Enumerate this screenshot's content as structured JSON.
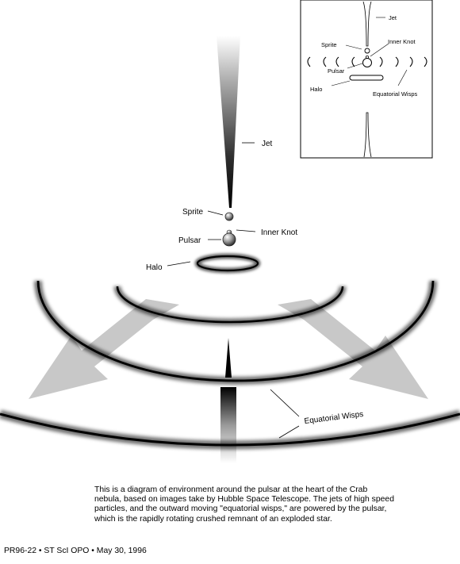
{
  "main_labels": {
    "jet": "Jet",
    "sprite": "Sprite",
    "pulsar": "Pulsar",
    "inner_knot": "Inner Knot",
    "halo": "Halo",
    "equatorial_wisps": "Equatorial Wisps"
  },
  "inset_labels": {
    "jet": "Jet",
    "sprite": "Sprite",
    "inner_knot": "Inner Knot",
    "pulsar": "Pulsar",
    "halo": "Halo",
    "equatorial_wisps": "Equatorial Wisps"
  },
  "caption": "This is a diagram of environment around the pulsar at  the heart of the Crab nebula, based on images take by Hubble Space Telescope. The jets of high speed particles, and the outward moving \"equatorial wisps,\" are powered by the pulsar, which is the rapidly rotating crushed remnant of an exploded star.",
  "credit": "PR96-22 • ST ScI OPO • May 30, 1996",
  "colors": {
    "ink": "#000000",
    "arrow_gray": "#c8c8c8",
    "background": "#ffffff"
  }
}
